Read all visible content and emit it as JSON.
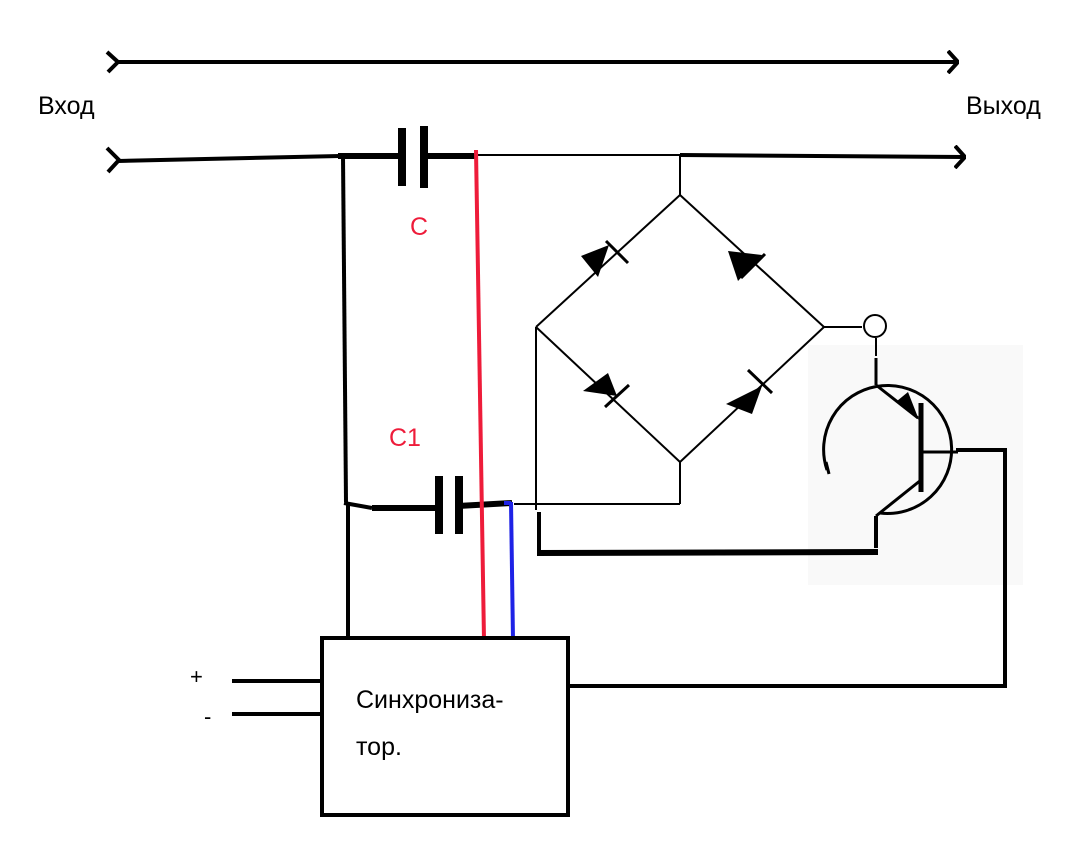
{
  "labels": {
    "input": "Вход",
    "output": "Выход",
    "cap_c": "C",
    "cap_c1": "C1",
    "sync_line1": "Синхрониза-",
    "sync_line2": "тор.",
    "plus": "+",
    "minus": "-"
  },
  "colors": {
    "wire": "#000000",
    "red_wire": "#ee1c3a",
    "blue_wire": "#1e22e6",
    "cap_label": "#ee1c3a",
    "background": "#ffffff"
  }
}
